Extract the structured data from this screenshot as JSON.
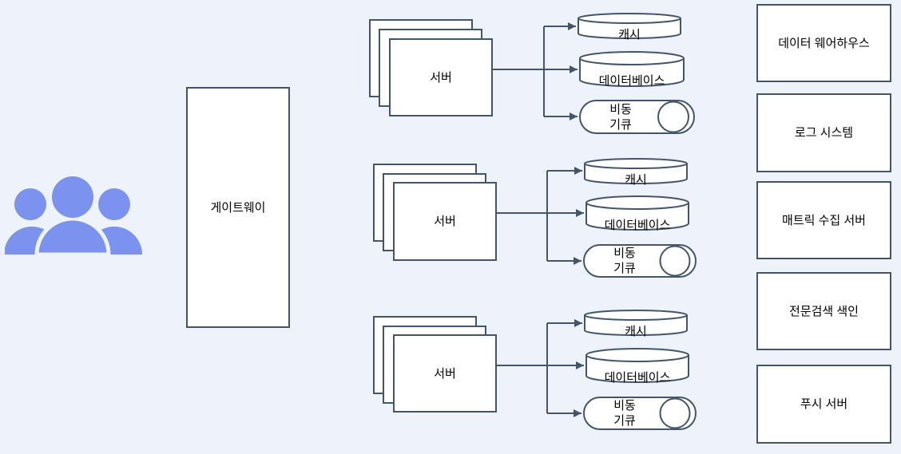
{
  "gateway": {
    "label": "게이트웨이"
  },
  "clusters": [
    {
      "server": "서버",
      "cache": "캐시",
      "database": "데이터베이스",
      "queue_line1": "비동",
      "queue_line2": "기큐"
    },
    {
      "server": "서버",
      "cache": "캐시",
      "database": "데이터베이스",
      "queue_line1": "비동",
      "queue_line2": "기큐"
    },
    {
      "server": "서버",
      "cache": "캐시",
      "database": "데이터베이스",
      "queue_line1": "비동",
      "queue_line2": "기큐"
    }
  ],
  "services": [
    {
      "label": "데이터 웨어하우스"
    },
    {
      "label": "로그 시스템"
    },
    {
      "label": "매트릭 수집 서버"
    },
    {
      "label": "전문검색 색인"
    },
    {
      "label": "푸시 서버"
    }
  ],
  "colors": {
    "background": "#edf2fb",
    "node_fill": "#ffffff",
    "node_border": "#44546a",
    "users_icon_blue": "#7b92ee",
    "text": "#000000"
  }
}
